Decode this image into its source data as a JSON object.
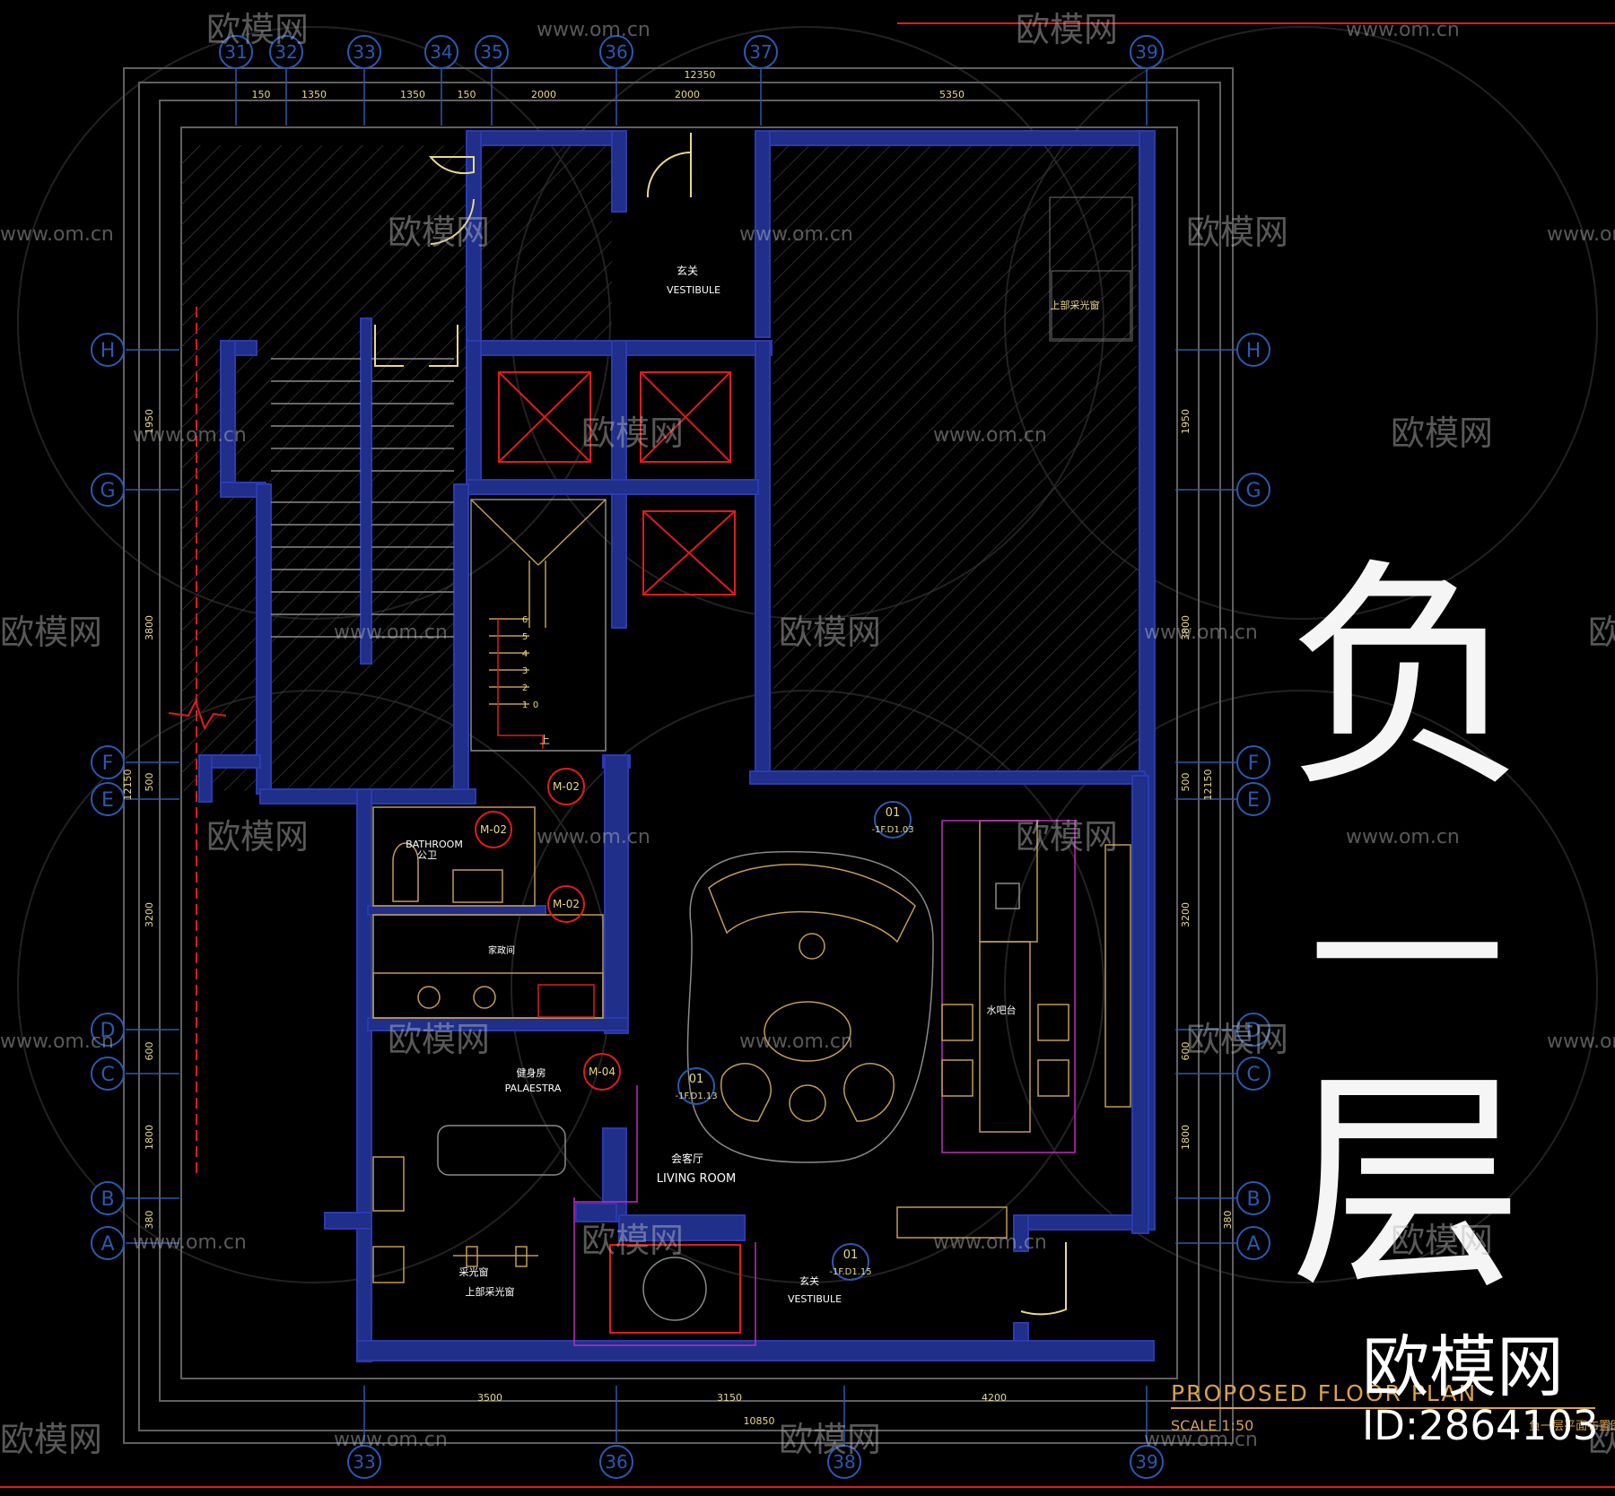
{
  "colors": {
    "background": "#000000",
    "grid_circle": "#2a59b3",
    "dimension": "#e9d98a",
    "wall": "#2a3bb0",
    "wall_fill": "#1f2f8a",
    "hatch": "#6d6d6d",
    "interior": "#c39b56",
    "red": "#e11b1b",
    "magenta": "#c12bc1",
    "cyan": "#31d7d7",
    "white": "#ffffff",
    "watermark": "#b9b9b9",
    "title": "#dca14a"
  },
  "grid_labels_top": [
    "31",
    "32",
    "33",
    "34",
    "35",
    "36",
    "37",
    "39"
  ],
  "grid_labels_bottom": [
    "33",
    "36",
    "38",
    "39"
  ],
  "grid_labels_left": [
    "H",
    "G",
    "F",
    "E",
    "D",
    "C",
    "B",
    "A"
  ],
  "grid_labels_right": [
    "H",
    "G",
    "F",
    "E",
    "D",
    "C",
    "B",
    "A"
  ],
  "dimensions": {
    "top_total": "12350",
    "top_parts": [
      "150",
      "1350",
      "1350",
      "150",
      "2000",
      "2000",
      "5350"
    ],
    "bottom_total": "10850",
    "bottom_parts": [
      "3500",
      "3150",
      "4200"
    ],
    "left": [
      "1950",
      "3800",
      "12150",
      "500",
      "3200",
      "600",
      "1800",
      "380"
    ],
    "right": [
      "1950",
      "3800",
      "500",
      "12150",
      "3200",
      "600",
      "1800",
      "380"
    ]
  },
  "rooms": {
    "vestibule_top_cn": "玄关",
    "vestibule_top_en": "VESTIBULE",
    "skylight_top": "上部采光窗",
    "bathroom_cn": "公卫",
    "bathroom_en": "BATHROOM",
    "laundry_cn": "家政间",
    "palaestra_cn": "健身房",
    "palaestra_en": "PALAESTRA",
    "living_cn": "会客厅",
    "living_en": "LIVING ROOM",
    "bar_cn": "水吧台",
    "skylight_cn_1": "采光窗",
    "skylight_cn_2": "上部采光窗",
    "vestibule_bottom_cn": "玄关",
    "vestibule_bottom_en": "VESTIBULE"
  },
  "door_tags": [
    "M-02",
    "M-02",
    "M-02",
    "M-04"
  ],
  "elevation_tags": {
    "tag1_num": "01",
    "tag1_ref": "-1F.D1.03",
    "tag2_num": "01",
    "tag2_ref": "-1F.D1.13",
    "tag3_num": "01",
    "tag3_ref": "-1F.D1.15"
  },
  "stair_steps": [
    "6",
    "5",
    "4",
    "3",
    "2",
    "1",
    "0"
  ],
  "stair_up": "上",
  "title_block": {
    "title": "PROPOSED FLOOR PLAN",
    "scale": "SCALE 1:50",
    "subtitle": "负一层平面布置图"
  },
  "handwritten": {
    "line1": "负",
    "line2": "一",
    "line3": "层"
  },
  "watermark": {
    "url": "www.om.cn",
    "brand": "欧模网",
    "id_label": "ID:2864103"
  }
}
